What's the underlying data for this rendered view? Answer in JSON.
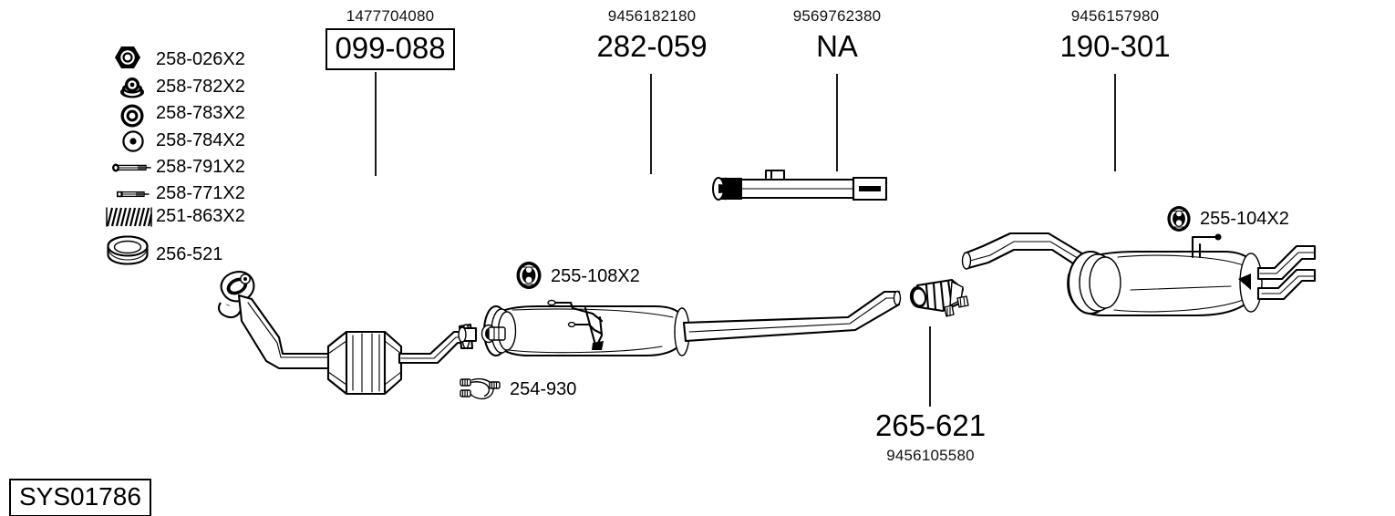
{
  "diagram": {
    "system_code": "SYS01786",
    "type": "exhaust-system-parts-diagram"
  },
  "top_parts": [
    {
      "oem": "1477704080",
      "part": "099-088",
      "boxed": true,
      "name": "catalytic-converter"
    },
    {
      "oem": "9456182180",
      "part": "282-059",
      "boxed": false,
      "name": "centre-silencer"
    },
    {
      "oem": "9569762380",
      "part": "NA",
      "boxed": false,
      "name": "connecting-pipe"
    },
    {
      "oem": "9456157980",
      "part": "190-301",
      "boxed": false,
      "name": "rear-silencer"
    }
  ],
  "bottom_parts": [
    {
      "part": "265-621",
      "oem": "9456105580",
      "name": "flex-connector"
    }
  ],
  "fittings_list": [
    {
      "code": "258-026X2",
      "icon": "hex-nut-icon"
    },
    {
      "code": "258-782X2",
      "icon": "rubber-mount-icon"
    },
    {
      "code": "258-783X2",
      "icon": "washer-ring-icon"
    },
    {
      "code": "258-784X2",
      "icon": "flat-washer-icon"
    },
    {
      "code": "258-791X2",
      "icon": "bolt-long-icon"
    },
    {
      "code": "258-771X2",
      "icon": "bolt-short-icon"
    },
    {
      "code": "251-863X2",
      "icon": "spring-icon"
    },
    {
      "code": "256-521",
      "icon": "gasket-ring-icon"
    }
  ],
  "inline_parts": [
    {
      "code": "255-108X2",
      "icon": "rubber-hanger-icon",
      "name": "centre-hanger-mount"
    },
    {
      "code": "254-930",
      "icon": "pipe-clamp-icon",
      "name": "pipe-clamp"
    },
    {
      "code": "255-104X2",
      "icon": "rubber-hanger-icon",
      "name": "rear-hanger-mount"
    }
  ],
  "colors": {
    "line": "#000000",
    "background": "#ffffff",
    "text": "#000000"
  }
}
